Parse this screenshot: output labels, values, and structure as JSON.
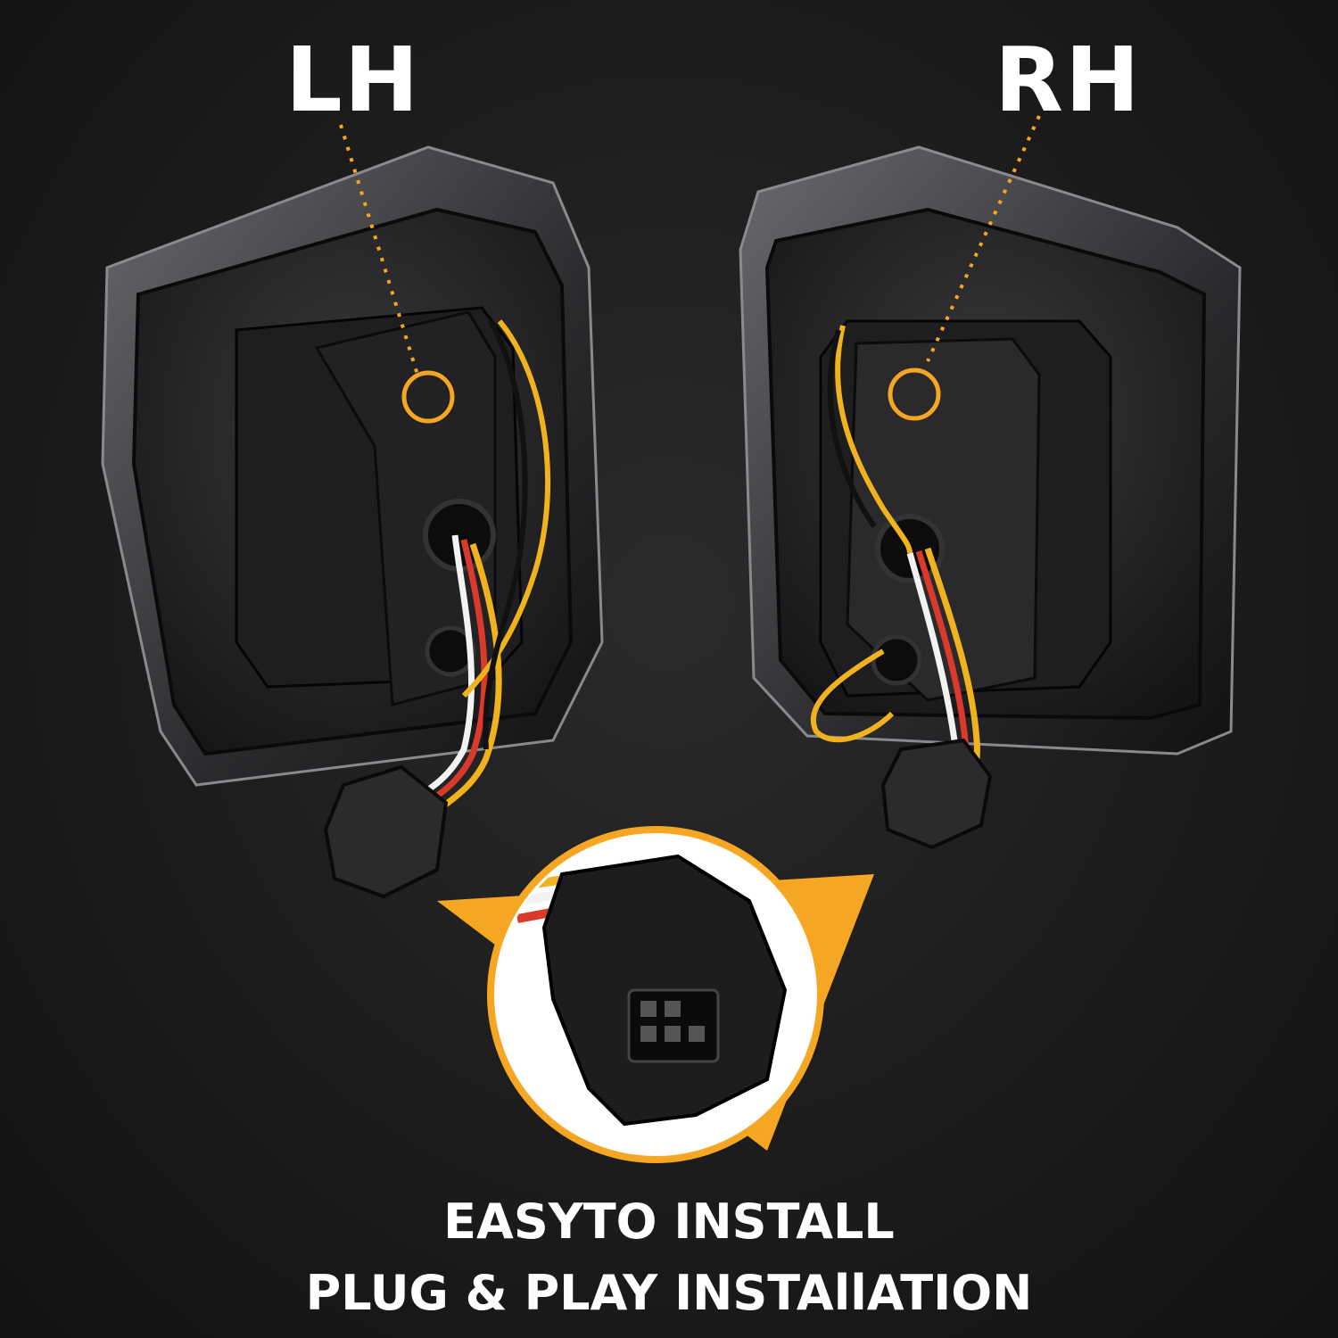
{
  "labels": {
    "left": "LH",
    "right": "RH"
  },
  "caption": {
    "line1": "EASYTO INSTALL",
    "line2": "PLUG & PLAY INSTAllATION"
  },
  "colors": {
    "accent": "#f5a623",
    "background": "#1c1c1c",
    "housing": "#2a2a2c",
    "text": "#ffffff"
  }
}
